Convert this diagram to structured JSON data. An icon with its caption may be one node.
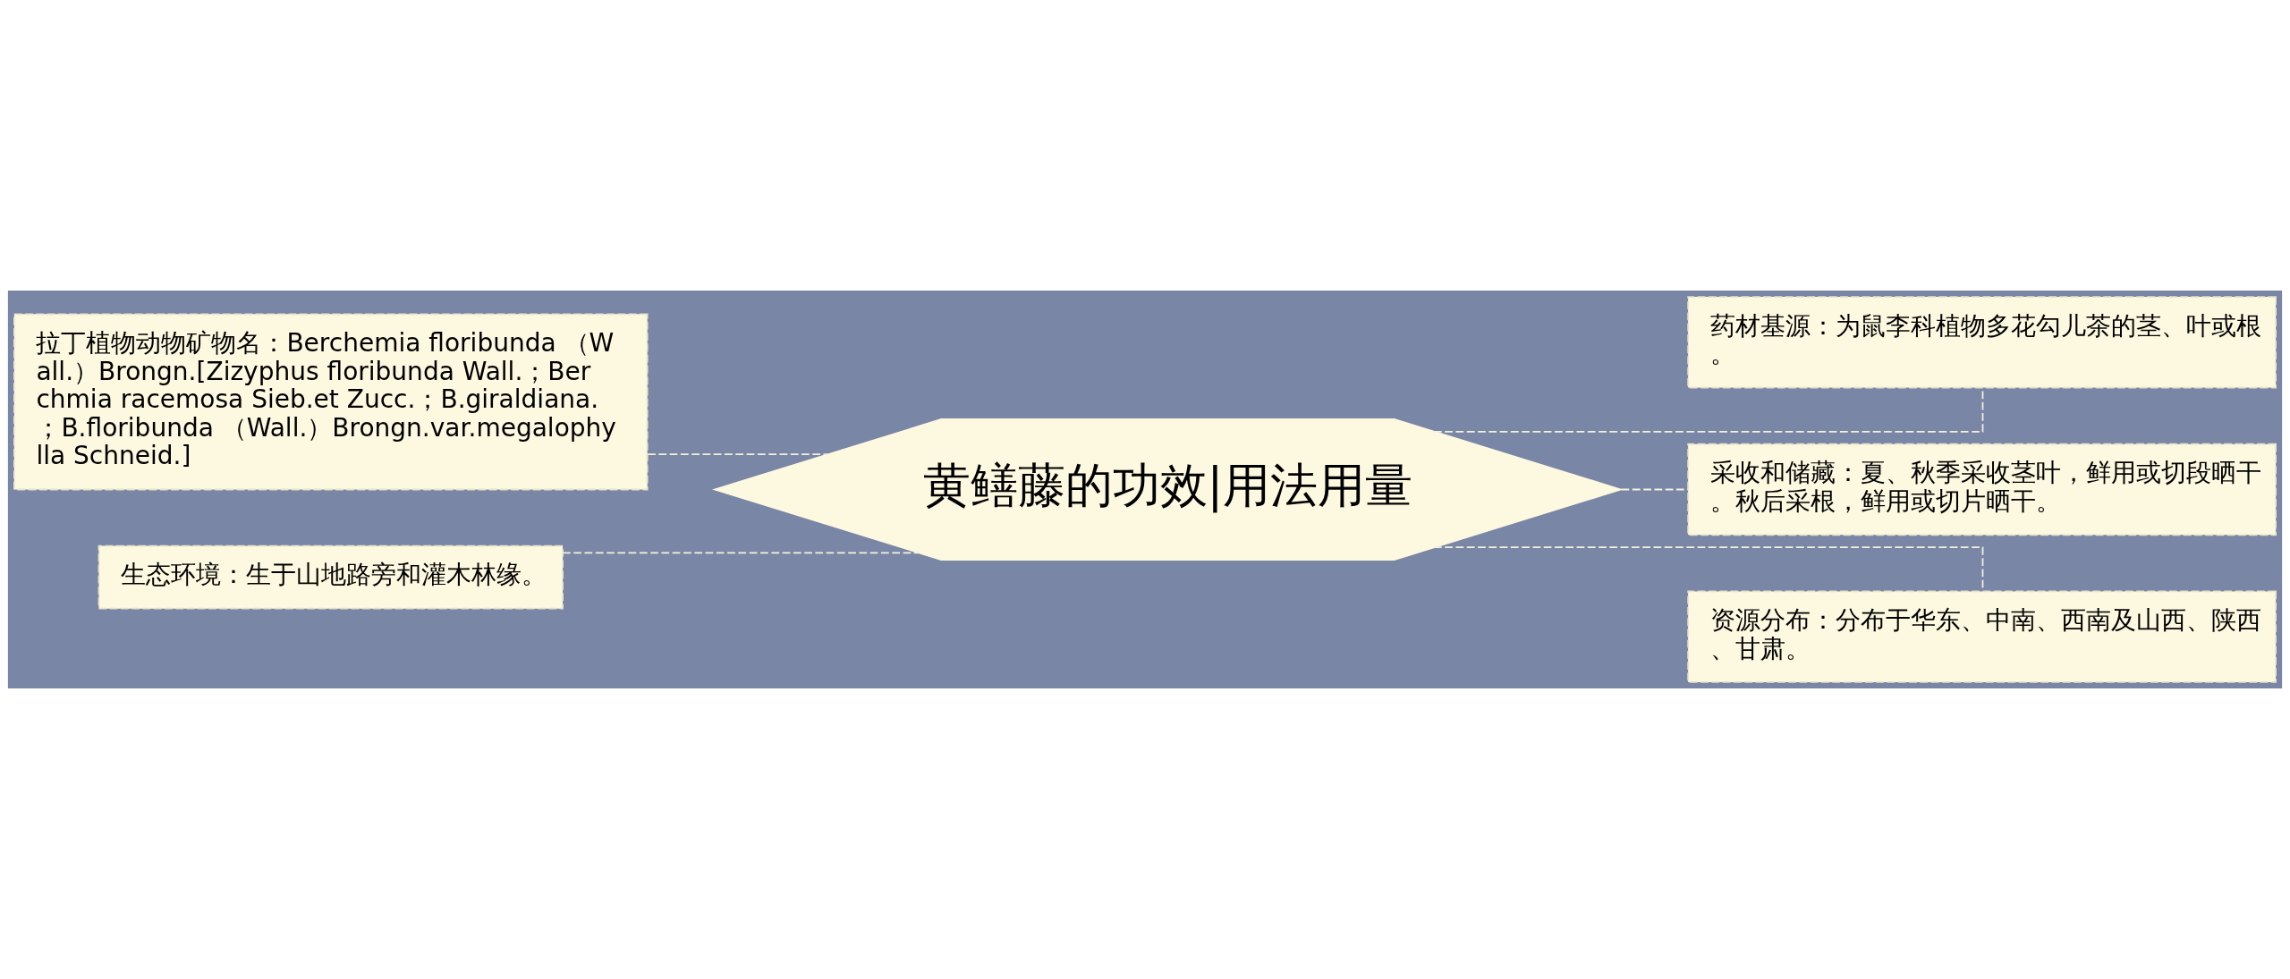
{
  "diagram": {
    "nodes": [
      {
        "text": [
          "黄鳝藤的功效|用法用量"
        ]
      },
      {
        "text": [
          "拉丁植物动物矿物名：Berchemia floribunda （Wall.）Brongn.[Zizyphus floribunda Wall.；Berchmia racemosa Sieb.et Zucc.；B.giraldiana.；B.floribunda （Wall.）Brongn.var.megalophylla Schneid.]"
        ]
      },
      {
        "text": [
          "生态环境：生于山地路旁和灌木林缘。"
        ]
      },
      {
        "text": [
          "药材基源：为鼠李科植物多花勾儿茶的茎、叶或根。"
        ]
      },
      {
        "text": [
          "采收和储藏：夏、秋季采收茎叶，鲜用或切段晒干。秋后采根，鲜用或切片晒干。"
        ]
      },
      {
        "text": [
          "资源分布：分布于华东、中南、西南及山西、陕西、甘肃。"
        ]
      }
    ],
    "edges": [
      {
        "from": 0,
        "to": 1,
        "arrow": "none",
        "style": "dashed"
      },
      {
        "from": 0,
        "to": 2,
        "arrow": "none",
        "style": "dashed"
      },
      {
        "from": 0,
        "to": 3,
        "arrow": "none",
        "style": "dashed"
      },
      {
        "from": 0,
        "to": 4,
        "arrow": "none",
        "style": "dashed"
      },
      {
        "from": 0,
        "to": 5,
        "arrow": "none",
        "style": "dashed"
      }
    ]
  }
}
